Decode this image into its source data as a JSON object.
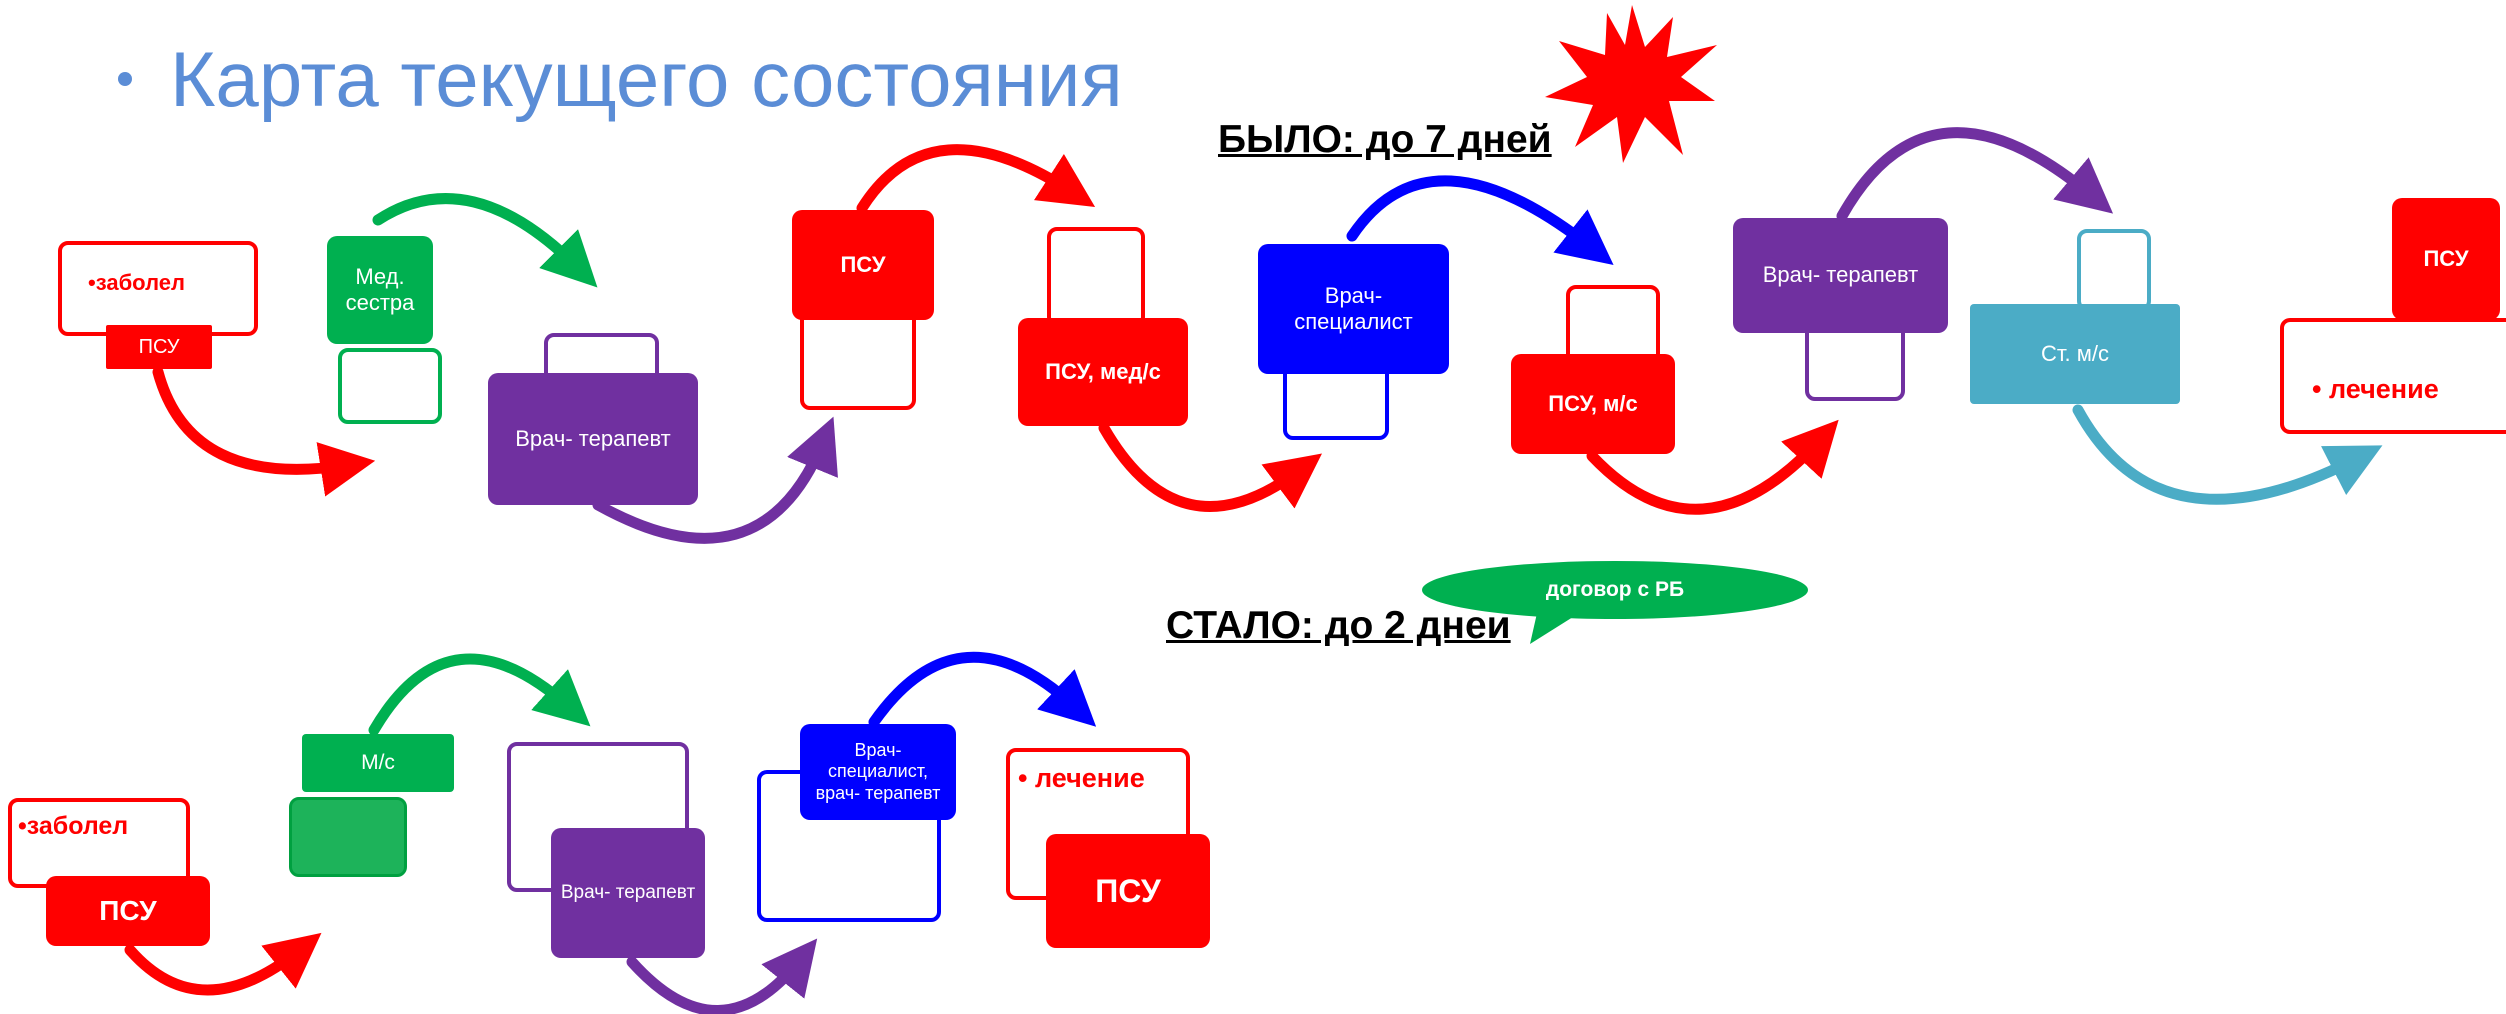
{
  "title": "Карта текущего состояния",
  "before_heading": "БЫЛО: до 7 дней",
  "after_heading": "СТАЛО: до 2 днеи",
  "callout": "договор с РБ",
  "before": {
    "sick_label": "•заболел",
    "psu1": "ПСУ",
    "nurse": "Мед. сестра",
    "therapist1": "Врач- терапевт",
    "psu2": "ПСУ",
    "psu_nurse": "ПСУ, мед/с",
    "specialist": "Врач- специалист",
    "psu_ms": "ПСУ, м/с",
    "therapist2": "Врач- терапевт",
    "senior_nurse": "Ст. м/с",
    "psu3": "ПСУ",
    "treatment": "• лечение"
  },
  "after": {
    "sick_label": "•заболел",
    "psu1": "ПСУ",
    "nurse": "М/с",
    "therapist": "Врач- терапевт",
    "specialist_therapist": "Врач- специалист, врач- терапевт",
    "treatment": "• лечение",
    "psu2": "ПСУ"
  },
  "colors": {
    "red": "#ff0000",
    "green": "#00b050",
    "purple": "#7030a0",
    "blue": "#0000ff",
    "teal": "#4bacc6",
    "title_blue": "#5b8dd6"
  }
}
